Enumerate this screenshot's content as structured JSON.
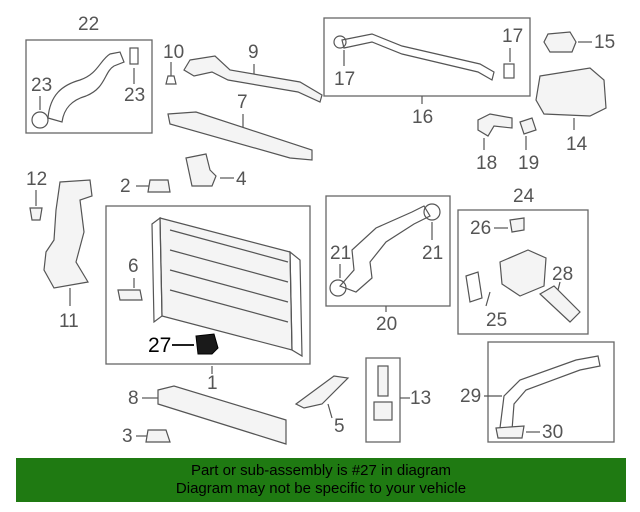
{
  "callouts": {
    "c1": "1",
    "c2": "2",
    "c3": "3",
    "c4": "4",
    "c5": "5",
    "c6": "6",
    "c7": "7",
    "c8": "8",
    "c9": "9",
    "c10": "10",
    "c11": "11",
    "c12": "12",
    "c13": "13",
    "c14": "14",
    "c15": "15",
    "c16": "16",
    "c17a": "17",
    "c17b": "17",
    "c18": "18",
    "c19": "19",
    "c20": "20",
    "c21a": "21",
    "c21b": "21",
    "c22": "22",
    "c23a": "23",
    "c23b": "23",
    "c24": "24",
    "c25": "25",
    "c26": "26",
    "c27": "27",
    "c28": "28",
    "c29": "29",
    "c30": "30"
  },
  "highlight": {
    "part_number": "27",
    "color": "#1a1a1a"
  },
  "banner": {
    "line1": "Part or sub-assembly is #27 in diagram",
    "line2": "Diagram may not be specific to your vehicle",
    "background": "#1f7a12"
  }
}
